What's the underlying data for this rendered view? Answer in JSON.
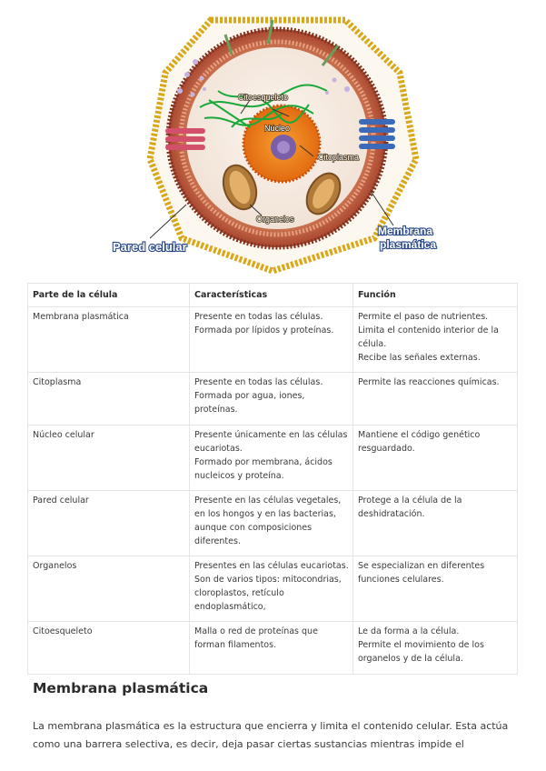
{
  "figure": {
    "labels": {
      "citoesqueleto": "Citoesqueleto",
      "nucleo": "Núcleo",
      "citoplasma": "Citoplasma",
      "organelos": "Organelos",
      "pared": "Pared celular",
      "membrana_1": "Membrana",
      "membrana_2": "plasmática"
    }
  },
  "table": {
    "headers": [
      "Parte de la célula",
      "Características",
      "Función"
    ],
    "rows": [
      {
        "part": "Membrana plasmática",
        "caracteristicas": [
          "Presente en todas las células.",
          "Formada por lípidos y proteínas."
        ],
        "funcion": [
          "Permite el paso de nutrientes.",
          "Limita el contenido interior de la célula.",
          "Recibe las señales externas."
        ]
      },
      {
        "part": "Citoplasma",
        "caracteristicas": [
          "Presente en todas las células.",
          "Formada por agua, iones, proteínas."
        ],
        "funcion": [
          "Permite las reacciones químicas."
        ]
      },
      {
        "part": "Núcleo celular",
        "caracteristicas": [
          "Presente únicamente en las células eucariotas.",
          "Formado por membrana, ácidos nucleicos y proteína."
        ],
        "funcion": [
          "Mantiene el código genético resguardado."
        ]
      },
      {
        "part": "Pared celular",
        "caracteristicas": [
          "Presente en las células vegetales, en los hongos y en las bacterias, aunque con composiciones diferentes."
        ],
        "funcion": [
          "Protege a la célula de la deshidratación."
        ]
      },
      {
        "part": "Organelos",
        "caracteristicas": [
          "Presentes en las células eucariotas. Son de varios tipos: mitocondrias, cloroplastos, retículo endoplasmático,"
        ],
        "funcion": [
          "Se especializan en diferentes funciones celulares."
        ]
      },
      {
        "part": "Citoesqueleto",
        "caracteristicas": [
          "Malla o red de proteínas que forman filamentos."
        ],
        "funcion": [
          "Le da forma a la célula.",
          "Permite el movimiento de los organelos y de la célula."
        ]
      }
    ]
  },
  "section": {
    "heading": "Membrana plasmática",
    "paragraph": "La membrana plasmática es la estructura que encierra y limita el contenido celular. Esta actúa como una barrera selectiva, es decir, deja pasar ciertas sustancias mientras impide el"
  },
  "colors": {
    "wall": "#d9a81a",
    "membrane": "#b85a3c",
    "cytoplasm": "#f5ece4",
    "nucleus": "#f0801e",
    "nucleolus": "#7a5fa8",
    "cytoskeleton": "#1aa83a",
    "label_outline": "#2a4a8a"
  }
}
